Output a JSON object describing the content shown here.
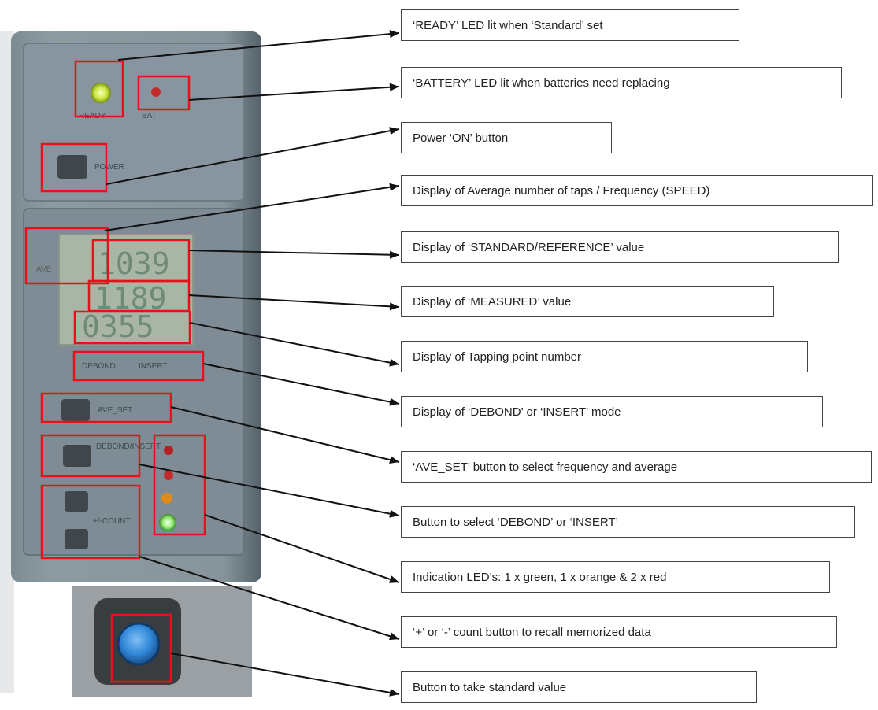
{
  "device": {
    "led_labels": {
      "ready": "READY",
      "battery": "BAT"
    },
    "button_labels": {
      "power": "POWER",
      "ave_set": "AVE_SET",
      "mode": "DEBOND/INSERT",
      "count": "+/-COUNT"
    },
    "lcd": {
      "ave_indicator": "AVE",
      "standard_value": "1039",
      "measured_value": "1189",
      "tap_point": "0355",
      "mode_left": "DEBOND",
      "mode_right": "INSERT"
    },
    "indicator_leds": [
      "red",
      "red",
      "orange",
      "green"
    ],
    "colors": {
      "ready_led": "#d6f03c",
      "battery_led": "#c42a2a",
      "highlight": "#e8101a",
      "start_button": "#2f86d8",
      "body": "#5b6b74"
    }
  },
  "callouts": [
    "‘READY’ LED lit when ‘Standard’ set",
    "‘BATTERY’ LED lit when batteries need replacing",
    "Power ‘ON’ button",
    "Display of Average number of taps / Frequency (SPEED)",
    "Display of ‘STANDARD/REFERENCE’ value",
    "Display of ‘MEASURED’ value",
    "Display of Tapping point number",
    "Display of ‘DEBOND’ or ‘INSERT’ mode",
    "‘AVE_SET’ button to select frequency and average",
    "Button to select ‘DEBOND’ or ‘INSERT’",
    "Indication LED’s: 1 x green, 1 x orange & 2 x red",
    "‘+’ or ‘-’ count button to recall memorized data",
    "Button to take standard value"
  ]
}
